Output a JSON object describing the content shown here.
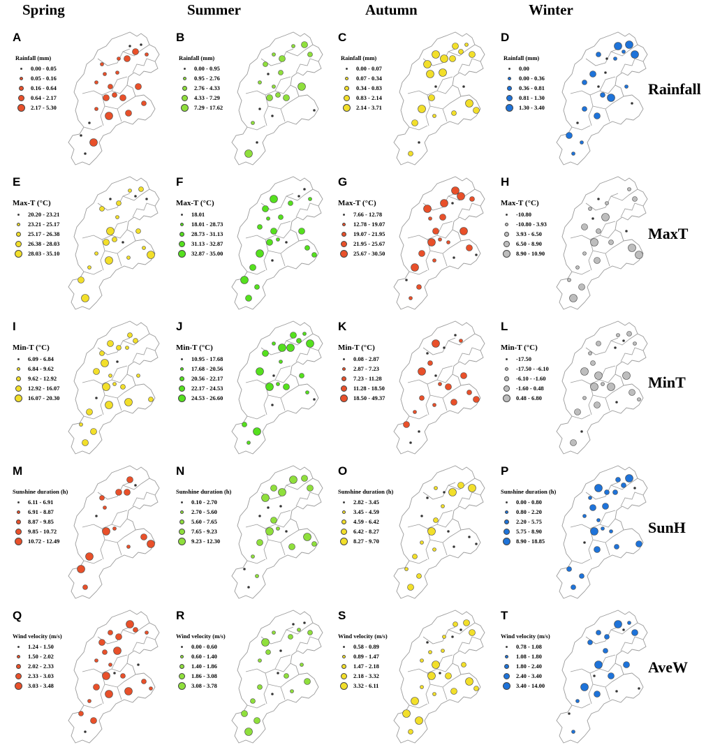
{
  "seasons": [
    "Spring",
    "Summer",
    "Autumn",
    "Winter"
  ],
  "variables": [
    "Rainfall",
    "MaxT",
    "MinT",
    "SunH",
    "AveW"
  ],
  "colors": {
    "spring": "#e8502a",
    "summer": "#7ed957",
    "autumn": "#f2df2a",
    "winter": "#1e73d9",
    "maxt_spring": "#f2df2a",
    "maxt_summer": "#55e01e",
    "maxt_autumn": "#e8502a",
    "maxt_winter": "#bdbdbd",
    "boundary": "#9a9a9a"
  },
  "panels": [
    {
      "letter": "A",
      "title": "Rainfall (mm)",
      "color": "#e8502a",
      "classes": [
        "0.00 - 0.05",
        "0.05 - 0.16",
        "0.16 - 0.64",
        "0.64 - 2.17",
        "2.17 - 5.30"
      ]
    },
    {
      "letter": "B",
      "title": "Rainfall (mm)",
      "color": "#8fdf3c",
      "classes": [
        "0.00 - 0.95",
        "0.95 - 2.76",
        "2.76 - 4.33",
        "4.33 - 7.29",
        "7.29 - 17.62"
      ]
    },
    {
      "letter": "C",
      "title": "Rainfall (mm)",
      "color": "#f2df2a",
      "classes": [
        "0.00 - 0.07",
        "0.07 - 0.34",
        "0.34 - 0.83",
        "0.83 - 2.14",
        "2.14 - 3.71"
      ]
    },
    {
      "letter": "D",
      "title": "Rainfall (mm)",
      "color": "#1e73d9",
      "classes": [
        "0.00",
        "0.00 - 0.36",
        "0.36 - 0.81",
        "0.81 - 1.30",
        "1.30 - 3.40"
      ]
    },
    {
      "letter": "E",
      "title": "Max-T (°C)",
      "color": "#f2df2a",
      "classes": [
        "20.20 - 23.21",
        "23.21 - 25.17",
        "25.17 - 26.38",
        "26.38 - 28.03",
        "28.03 - 35.10"
      ]
    },
    {
      "letter": "F",
      "title": "Max-T (°C)",
      "color": "#55e01e",
      "classes": [
        "18.01",
        "18.01 - 28.73",
        "28.73 - 31.13",
        "31.13 - 32.87",
        "32.87 - 35.00"
      ]
    },
    {
      "letter": "G",
      "title": "Max-T (°C)",
      "color": "#e8502a",
      "classes": [
        "7.66 - 12.78",
        "12.78 - 19.07",
        "19.07 - 21.95",
        "21.95 - 25.67",
        "25.67 - 30.50"
      ]
    },
    {
      "letter": "H",
      "title": "Max-T (°C)",
      "color": "#bdbdbd",
      "classes": [
        "-10.80",
        "-10.80 - 3.93",
        "3.93 - 6.50",
        "6.50 - 8.90",
        "8.90 - 10.90"
      ]
    },
    {
      "letter": "I",
      "title": "Min-T (°C)",
      "color": "#f2df2a",
      "classes": [
        "6.09 - 6.84",
        "6.84 - 9.62",
        "9.62 - 12.92",
        "12.92 - 16.07",
        "16.07 - 20.30"
      ]
    },
    {
      "letter": "J",
      "title": "Min-T (°C)",
      "color": "#55e01e",
      "classes": [
        "10.95 - 17.68",
        "17.68 - 20.56",
        "20.56 - 22.17",
        "22.17 - 24.53",
        "24.53 - 26.60"
      ]
    },
    {
      "letter": "K",
      "title": "Min-T (°C)",
      "color": "#e8502a",
      "classes": [
        "0.08 - 2.87",
        "2.87 - 7.23",
        "7.23 - 11.28",
        "11.28 - 18.50",
        "18.50 - 49.37"
      ]
    },
    {
      "letter": "L",
      "title": "Min-T (°C)",
      "color": "#bdbdbd",
      "classes": [
        "-17.50",
        "-17.50 - -6.10",
        "-6.10 - -1.60",
        "-1.60 - 0.48",
        "0.48 - 6.80"
      ]
    },
    {
      "letter": "M",
      "title": "Sunshine duration (h)",
      "color": "#e8502a",
      "classes": [
        "6.11 - 6.91",
        "6.91 - 8.87",
        "8.87 - 9.85",
        "9.85 - 10.72",
        "10.72 - 12.49"
      ]
    },
    {
      "letter": "N",
      "title": "Sunshine duration (h)",
      "color": "#8fdf3c",
      "classes": [
        "0.10 - 2.70",
        "2.70 - 5.60",
        "5.60 - 7.65",
        "7.65 - 9.23",
        "9.23 - 12.30"
      ]
    },
    {
      "letter": "O",
      "title": "Sunshine duration (h)",
      "color": "#f2df2a",
      "classes": [
        "2.82 - 3.45",
        "3.45 - 4.59",
        "4.59 - 6.42",
        "6.42 - 8.27",
        "8.27 - 9.70"
      ]
    },
    {
      "letter": "P",
      "title": "Sunshine duration (h)",
      "color": "#1e73d9",
      "classes": [
        "0.00 - 0.80",
        "0.80 - 2.20",
        "2.20 - 5.75",
        "5.75 - 8.90",
        "8.90 - 18.85"
      ]
    },
    {
      "letter": "Q",
      "title": "Wind velocity (m/s)",
      "color": "#e8502a",
      "classes": [
        "1.24 - 1.50",
        "1.50 - 2.02",
        "2.02 - 2.33",
        "2.33 - 3.03",
        "3.03 - 3.48"
      ]
    },
    {
      "letter": "R",
      "title": "Wind velocity (m/s)",
      "color": "#8fdf3c",
      "classes": [
        "0.00 - 0.60",
        "0.60 - 1.40",
        "1.40 - 1.86",
        "1.86 - 3.08",
        "3.08 - 3.78"
      ]
    },
    {
      "letter": "S",
      "title": "Wind velocity (m/s)",
      "color": "#f2df2a",
      "classes": [
        "0.58 - 0.89",
        "0.89 - 1.47",
        "1.47 - 2.18",
        "2.18 - 3.32",
        "3.32 - 6.11"
      ]
    },
    {
      "letter": "T",
      "title": "Wind velocity (m/s)",
      "color": "#1e73d9",
      "classes": [
        "0.78 - 1.08",
        "1.08 - 1.80",
        "1.80 - 2.40",
        "2.40 - 3.40",
        "3.40 - 14.00"
      ]
    }
  ]
}
